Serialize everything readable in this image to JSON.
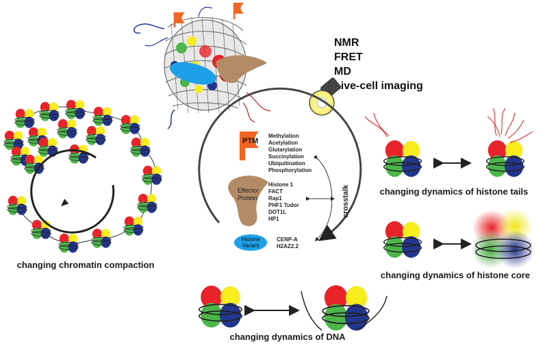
{
  "techniques": [
    "NMR",
    "FRET",
    "MD",
    "Live-cell imaging"
  ],
  "ptm": {
    "label": "PTM",
    "items": [
      "Methylation",
      "Acetylation",
      "Glutarylation",
      "Succinylation",
      "Ubiquitination",
      "Phosphorylation"
    ]
  },
  "effector": {
    "label_line1": "Effector",
    "label_line2": "Protein",
    "items": [
      "Histone 1",
      "FACT",
      "Rap1",
      "PHF1 Tudor",
      "DOT1L",
      "HP1"
    ]
  },
  "variant": {
    "label_line1": "Histone",
    "label_line2": "Variant",
    "items": [
      "CENP-A",
      "H2AZ2.2"
    ]
  },
  "crosstalk": "crosstalk",
  "captions": {
    "chromatin": "changing chromatin compaction",
    "tails": "changing dynamics of histone tails",
    "core": "changing dynamics of histone core",
    "dna": "changing dynamics of DNA"
  },
  "colors": {
    "red": "#e8242a",
    "yellow": "#f7ec1c",
    "green": "#4cb748",
    "blue": "#23368f",
    "orange": "#f26522",
    "tan": "#b38b64",
    "cyan": "#1ea0e8",
    "lamp": "#f4f07a"
  }
}
